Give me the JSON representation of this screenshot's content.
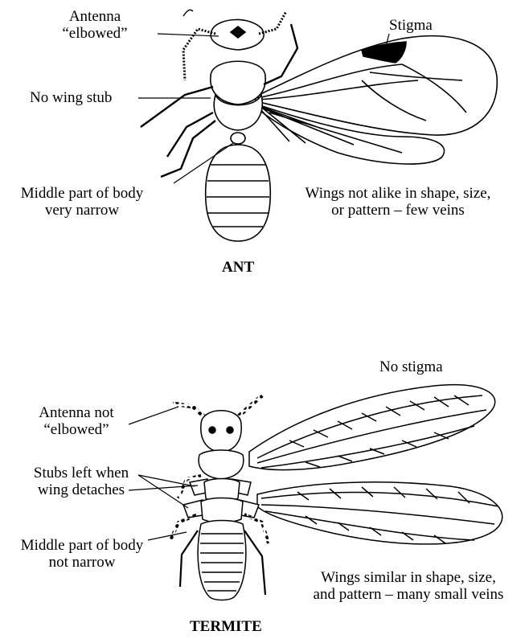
{
  "ant": {
    "title": "ANT",
    "labels": {
      "antenna_line1": "Antenna",
      "antenna_line2": "“elbowed”",
      "stigma": "Stigma",
      "no_wing_stub": "No wing stub",
      "middle_line1": "Middle part of body",
      "middle_line2": "very narrow",
      "wings_line1": "Wings not alike in shape, size,",
      "wings_line2": "or pattern – few veins"
    }
  },
  "termite": {
    "title": "TERMITE",
    "labels": {
      "no_stigma": "No stigma",
      "antenna_line1": "Antenna not",
      "antenna_line2": "“elbowed”",
      "stubs_line1": "Stubs left when",
      "stubs_line2": "wing detaches",
      "middle_line1": "Middle part of body",
      "middle_line2": "not narrow",
      "wings_line1": "Wings similar in shape, size,",
      "wings_line2": "and pattern – many small veins"
    }
  },
  "colors": {
    "ink": "#000000",
    "paper": "#ffffff"
  }
}
